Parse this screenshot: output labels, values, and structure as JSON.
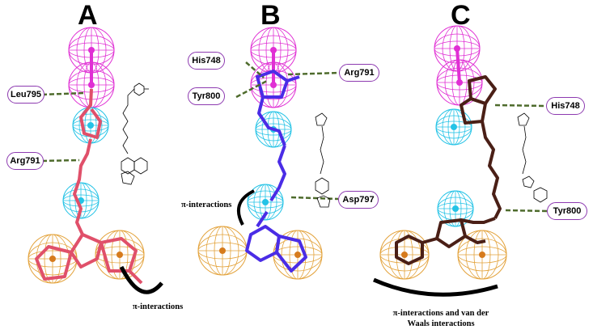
{
  "panels": {
    "a": {
      "letter": "A",
      "residues": {
        "r1": "Leu795",
        "r2": "Arg791"
      },
      "note": "π-interactions"
    },
    "b": {
      "letter": "B",
      "residues": {
        "r1": "His748",
        "r2": "Tyr800",
        "r3": "Arg791",
        "r4": "Asp797"
      },
      "note": "π-interactions"
    },
    "c": {
      "letter": "C",
      "residues": {
        "r1": "His748",
        "r2": "Tyr800"
      },
      "note_line1": "π-interactions and van der",
      "note_line2": "Waals interactions"
    }
  },
  "colors": {
    "hbond": "#4e6b2c",
    "label_border": "#8d3ab0",
    "hydrophobic_sphere": "#d67b1d",
    "aromatic_sphere": "#24c3e6",
    "acceptor_sphere": "#e02fd4",
    "ligand_a": "#e0506a",
    "ligand_b": "#4a2ce6",
    "ligand_c": "#4a1f16"
  },
  "icons": [
    "mesh-sphere-icon",
    "ligand-stick-icon",
    "hbond-dash-icon",
    "arc-icon"
  ]
}
